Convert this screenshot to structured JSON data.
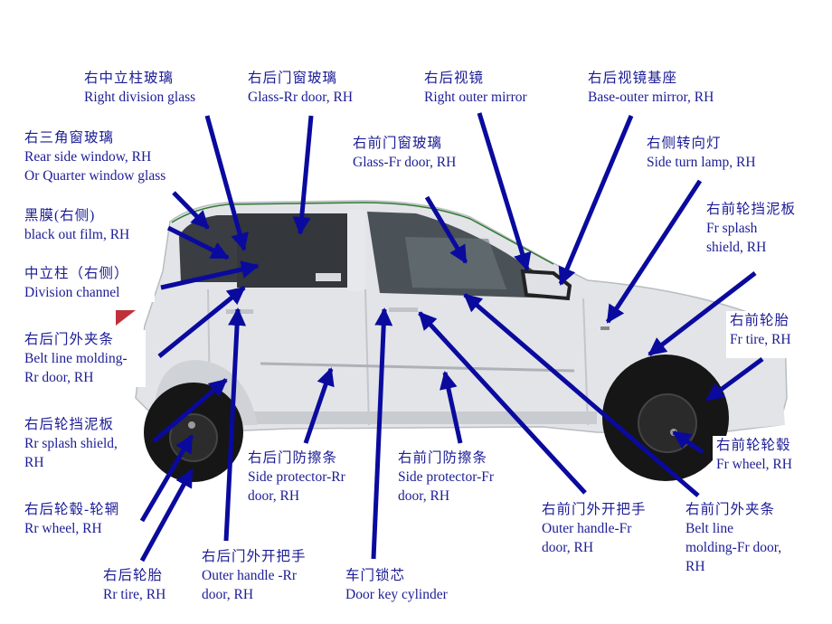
{
  "diagram": {
    "title": "",
    "subject": "Car right-hand side exterior parts",
    "colors": {
      "label_text": "#1c1c96",
      "arrow": "#0a0a9e",
      "car_body": "#e2e4e8",
      "glass": "#3a3d42",
      "tire": "#161616",
      "background": "#ffffff"
    },
    "labels": [
      {
        "id": "right-division-glass",
        "zh": "右中立柱玻璃",
        "en": [
          "Right division glass"
        ]
      },
      {
        "id": "glass-rr-door",
        "zh": "右后门窗玻璃",
        "en": [
          "Glass-Rr door, RH"
        ]
      },
      {
        "id": "right-outer-mirror",
        "zh": "右后视镜",
        "en": [
          "Right outer mirror"
        ]
      },
      {
        "id": "base-outer-mirror",
        "zh": "右后视镜基座",
        "en": [
          "Base-outer mirror, RH"
        ]
      },
      {
        "id": "rear-side-window",
        "zh": "右三角窗玻璃",
        "en": [
          "Rear side window, RH",
          "Or Quarter window glass"
        ]
      },
      {
        "id": "glass-fr-door",
        "zh": "右前门窗玻璃",
        "en": [
          "Glass-Fr door, RH"
        ]
      },
      {
        "id": "side-turn-lamp",
        "zh": "右侧转向灯",
        "en": [
          "Side turn lamp, RH"
        ]
      },
      {
        "id": "black-out-film",
        "zh": "黑膜(右侧)",
        "en": [
          "black out film, RH"
        ]
      },
      {
        "id": "fr-splash-shield",
        "zh": "右前轮挡泥板",
        "en": [
          "Fr splash",
          "shield, RH"
        ]
      },
      {
        "id": "division-channel",
        "zh": "中立柱（右侧）",
        "en": [
          "Division channel"
        ]
      },
      {
        "id": "fr-tire",
        "zh": "右前轮胎",
        "en": [
          "Fr tire, RH"
        ]
      },
      {
        "id": "belt-line-molding-rr",
        "zh": "右后门外夹条",
        "en": [
          "Belt line molding-",
          "Rr door, RH"
        ]
      },
      {
        "id": "rr-splash-shield",
        "zh": "右后轮挡泥板",
        "en": [
          "Rr splash shield,",
          "RH"
        ]
      },
      {
        "id": "fr-wheel",
        "zh": "右前轮轮毂",
        "en": [
          "Fr wheel, RH"
        ]
      },
      {
        "id": "side-protector-rr",
        "zh": "右后门防擦条",
        "en": [
          "Side protector-Rr",
          "door, RH"
        ]
      },
      {
        "id": "side-protector-fr",
        "zh": "右前门防擦条",
        "en": [
          "Side protector-Fr",
          "door, RH"
        ]
      },
      {
        "id": "rr-wheel",
        "zh": "右后轮毂-轮辋",
        "en": [
          "Rr wheel, RH"
        ]
      },
      {
        "id": "outer-handle-fr",
        "zh": "右前门外开把手",
        "en": [
          "Outer handle-Fr",
          "door, RH"
        ]
      },
      {
        "id": "belt-line-molding-fr",
        "zh": "右前门外夹条",
        "en": [
          "Belt line",
          "molding-Fr door,",
          "RH"
        ]
      },
      {
        "id": "outer-handle-rr",
        "zh": "右后门外开把手",
        "en": [
          "Outer handle -Rr",
          "door, RH"
        ]
      },
      {
        "id": "rr-tire",
        "zh": "右后轮胎",
        "en": [
          "Rr tire, RH"
        ]
      },
      {
        "id": "door-key-cylinder",
        "zh": "车门锁芯",
        "en": [
          "Door key cylinder"
        ]
      }
    ]
  }
}
